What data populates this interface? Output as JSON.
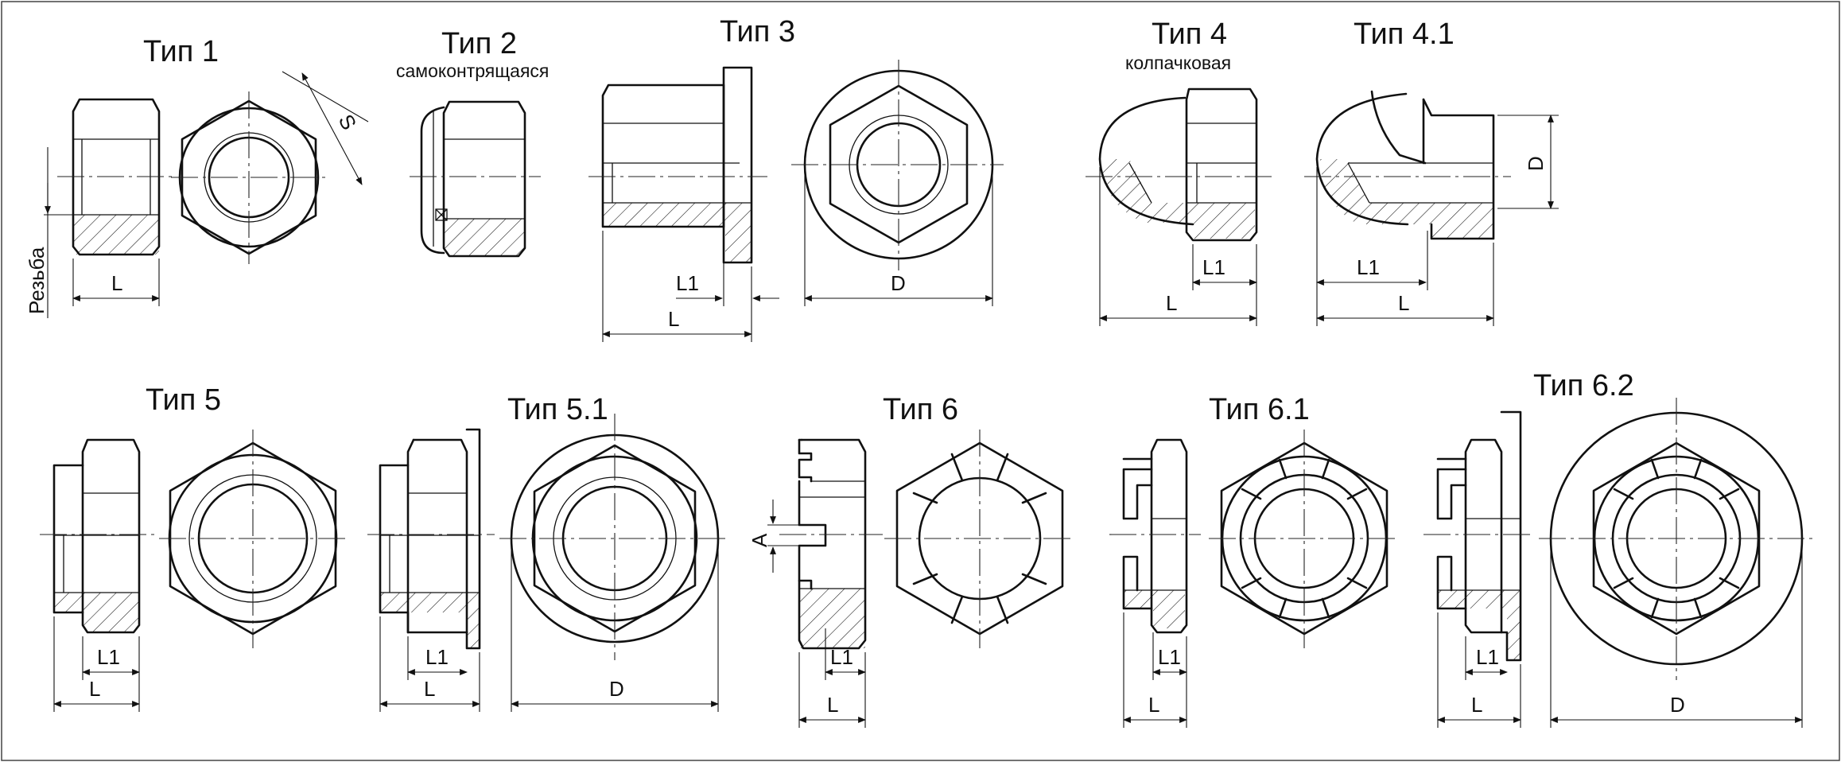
{
  "titles": {
    "t1": "Тип 1",
    "t2": "Тип 2",
    "t2_sub": "самоконтрящаяся",
    "t3": "Тип 3",
    "t4": "Тип 4",
    "t4_sub": "колпачковая",
    "t41": "Тип 4.1",
    "t5": "Тип 5",
    "t51": "Тип 5.1",
    "t6": "Тип 6",
    "t61": "Тип 6.1",
    "t62": "Тип 6.2"
  },
  "dims": {
    "L": "L",
    "L1": "L1",
    "S": "S",
    "D": "D",
    "A": "A",
    "thread": "Резьба"
  },
  "colors": {
    "line": "#111111",
    "background": "#ffffff"
  }
}
